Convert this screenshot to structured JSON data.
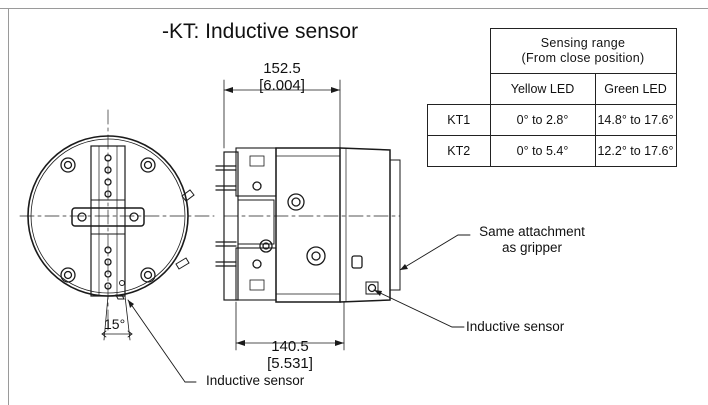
{
  "title": "-KT: Inductive sensor",
  "dimensions": {
    "width_mm": "152.5",
    "width_in": "[6.004]",
    "height_mm": "140.5",
    "height_in": "[5.531]",
    "angle": "15°"
  },
  "callouts": {
    "same_attachment_line1": "Same attachment",
    "same_attachment_line2": "as gripper",
    "inductive_sensor_side": "Inductive sensor",
    "inductive_sensor_front": "Inductive sensor"
  },
  "table": {
    "header_line1": "Sensing range",
    "header_line2": "(From close position)",
    "col_yellow": "Yellow LED",
    "col_green": "Green LED",
    "rows": [
      {
        "model": "KT1",
        "yellow": "0° to 2.8°",
        "green": "14.8° to 17.6°"
      },
      {
        "model": "KT2",
        "yellow": "0° to 5.4°",
        "green": "12.2° to 17.6°"
      }
    ]
  }
}
